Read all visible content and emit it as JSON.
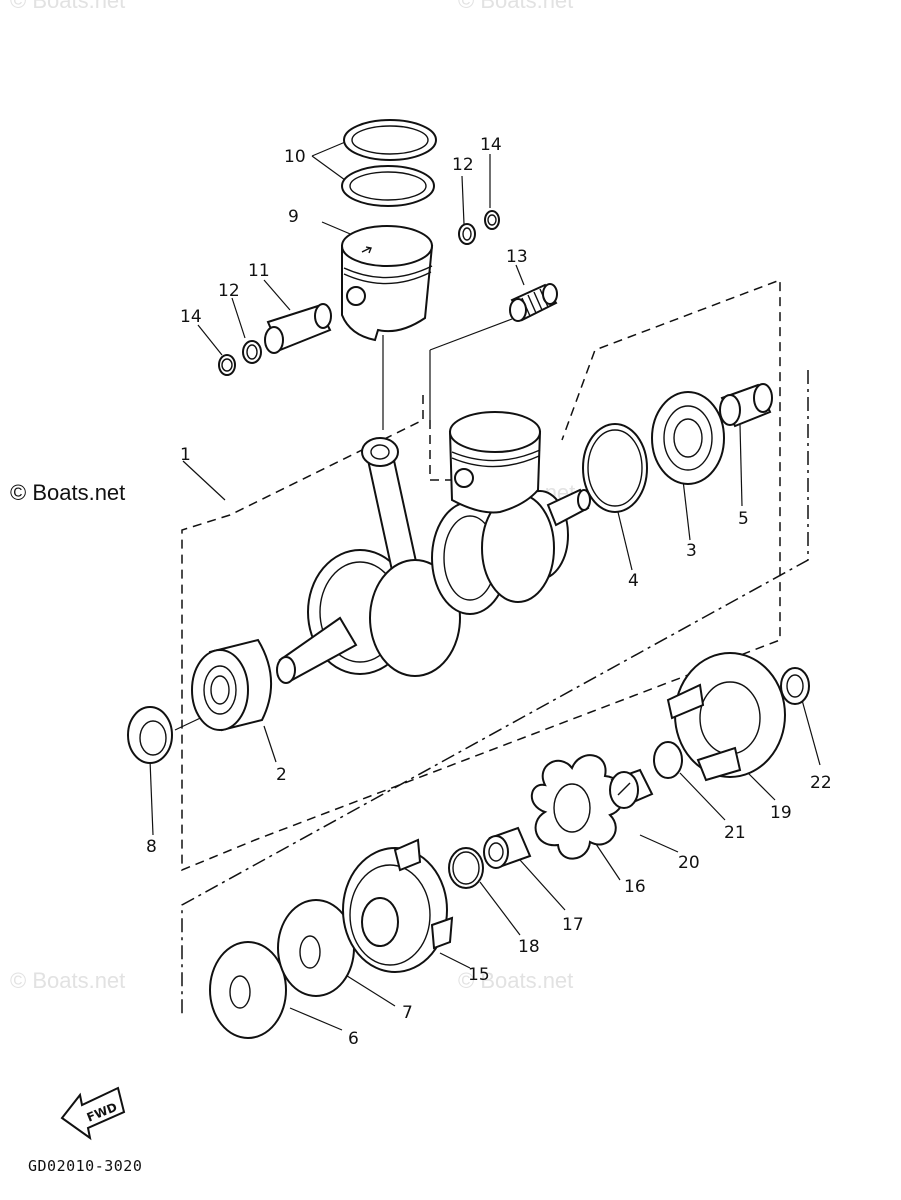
{
  "watermarks": [
    "© Boats.net",
    "© Boats.net",
    "© Boats.net",
    "© Boats.net",
    "© Boats.net"
  ],
  "copyright": "© Boats.net",
  "diagram_code": "GD02010-3020",
  "fwd_label": "FWD",
  "callouts": [
    "1",
    "2",
    "3",
    "4",
    "5",
    "6",
    "7",
    "8",
    "9",
    "10",
    "11",
    "12",
    "12",
    "13",
    "14",
    "14",
    "15",
    "16",
    "17",
    "18",
    "19",
    "20",
    "21",
    "22"
  ]
}
